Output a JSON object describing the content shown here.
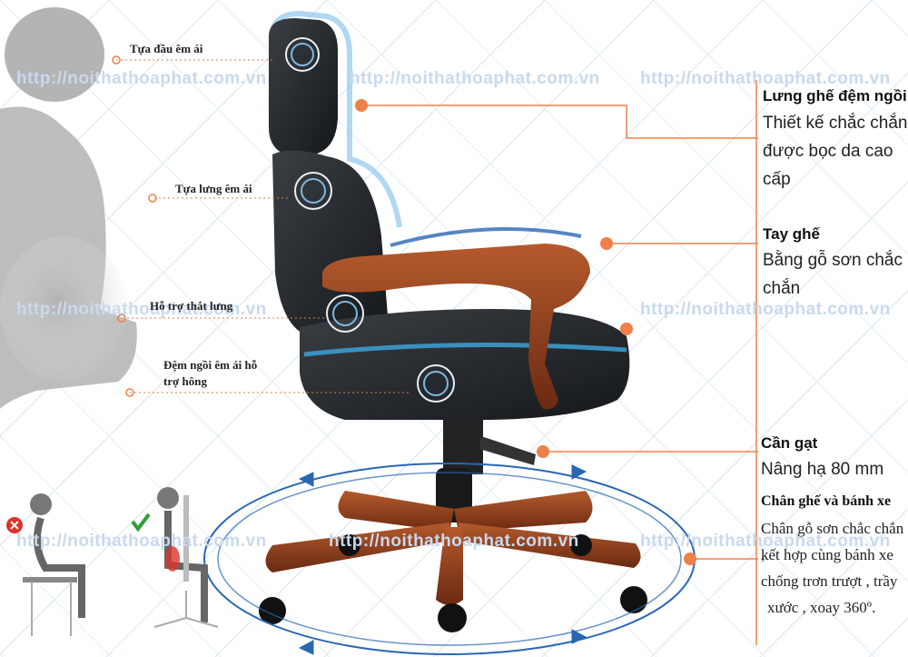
{
  "watermark_text": "http://noithathoaphat.com.vn",
  "left_labels": {
    "headrest": "Tựa đầu êm ái",
    "backrest": "Tựa lưng êm ái",
    "lumbar": "Hỗ trợ thắt lưng",
    "seat_line1": "Đệm ngồi êm ái hỗ",
    "seat_line2": "trợ hông"
  },
  "features": {
    "back": {
      "title": "Lưng ghế đệm ngồi",
      "line1": "Thiết kế chắc chắn",
      "line2": "được bọc da cao",
      "line3": "cấp"
    },
    "arm": {
      "title": "Tay ghế",
      "line1": "Bằng gỗ sơn chắc",
      "line2": "chắn"
    },
    "lever": {
      "title": "Cần gạt",
      "line1": "Nâng hạ 80 mm"
    },
    "base": {
      "title": "Chân ghế và bánh xe",
      "line1": "Chân gỗ sơn chắc chắn ,",
      "line2": "kết  hợp cùng bánh xe",
      "line3": "chống  trơn trượt , trầy",
      "line4": "xước , xoay 360º."
    }
  },
  "colors": {
    "accent": "#f0804a",
    "leather": "#1f2225",
    "wood": "#8a3a1c",
    "ring": "#2a67b3"
  }
}
